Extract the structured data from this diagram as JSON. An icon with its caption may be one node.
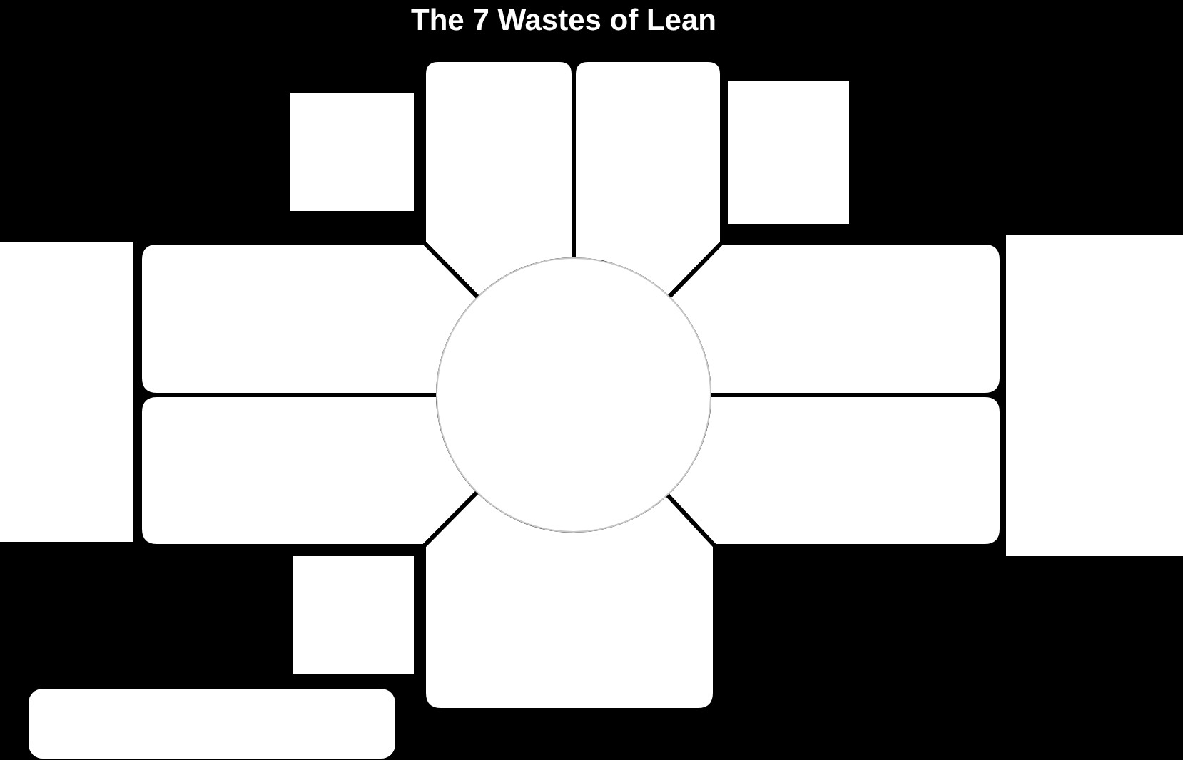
{
  "diagram": {
    "title": "The 7 Wastes of Lean",
    "nodes": [
      {
        "text": [],
        "shape": "box"
      },
      {
        "text": [],
        "shape": "box"
      },
      {
        "text": [],
        "shape": "box"
      },
      {
        "text": [],
        "shape": "box"
      },
      {
        "text": [],
        "shape": "box"
      },
      {
        "text": [],
        "shape": "box"
      },
      {
        "text": [],
        "shape": "circle"
      },
      {
        "text": [],
        "shape": "box"
      },
      {
        "text": [],
        "shape": "box"
      },
      {
        "text": [],
        "shape": "box"
      },
      {
        "text": [],
        "shape": "box"
      },
      {
        "text": [],
        "shape": "box"
      },
      {
        "text": [],
        "shape": "box"
      },
      {
        "text": [],
        "shape": "box"
      }
    ]
  }
}
